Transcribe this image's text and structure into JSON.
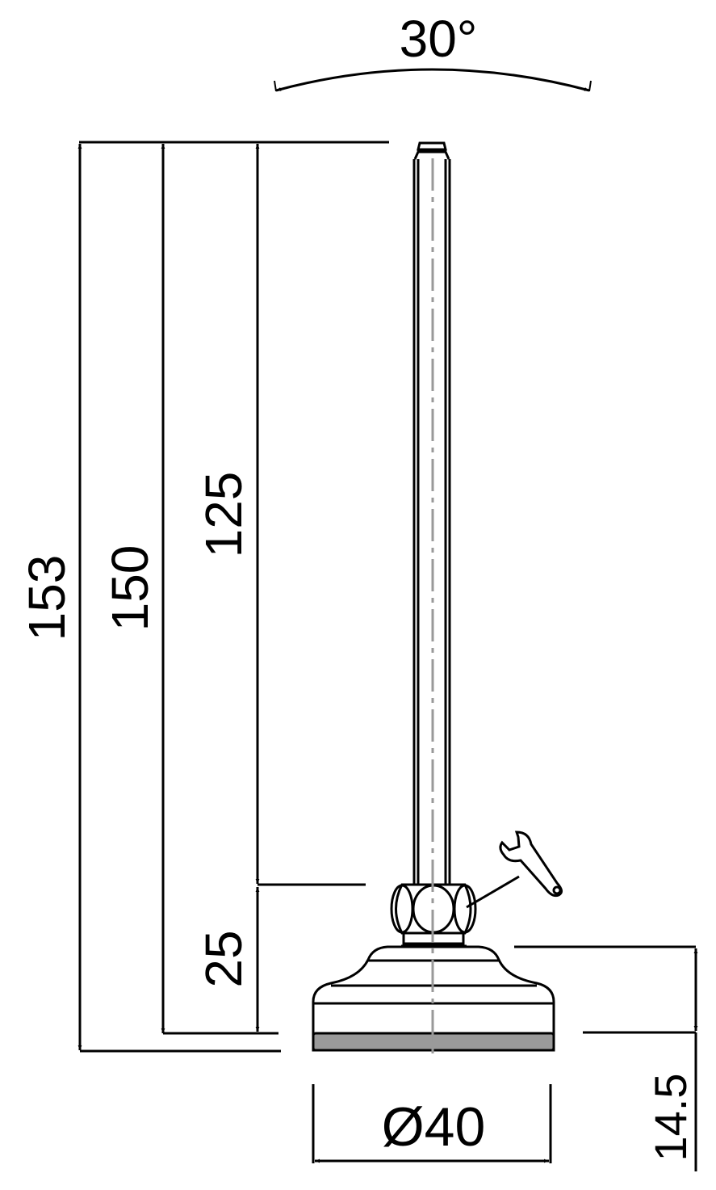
{
  "drawing": {
    "title": "Leveling foot technical drawing",
    "colors": {
      "line": "#000000",
      "centerline": "#999999",
      "pad_fill": "#9a9a9a",
      "background": "#ffffff"
    }
  },
  "dimensions": {
    "angle": "30°",
    "overall_height": "153",
    "thread_height": "150",
    "thread_length": "125",
    "nut_to_bottom": "25",
    "base_height": "14.5",
    "base_diameter": "Ø40"
  },
  "symbols": {
    "wrench": "wrench-icon"
  }
}
